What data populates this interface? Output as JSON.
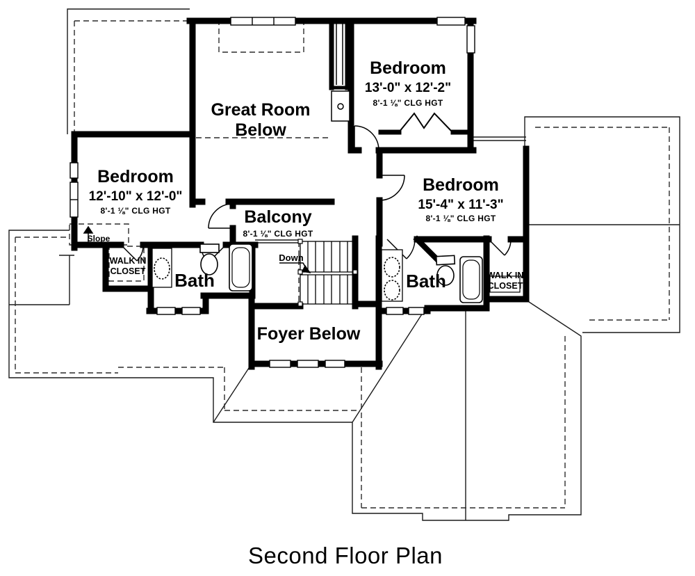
{
  "title": "Second Floor Plan",
  "rooms": {
    "great_room": {
      "name_line1": "Great Room",
      "name_line2": "Below"
    },
    "bedroom_top": {
      "name": "Bedroom",
      "dimensions": "13'-0\" x 12'-2\"",
      "ceiling": "8'-1 ⅛\" CLG HGT"
    },
    "bedroom_left": {
      "name": "Bedroom",
      "dimensions": "12'-10\" x 12'-0\"",
      "ceiling": "8'-1 ⅛\" CLG HGT"
    },
    "bedroom_right": {
      "name": "Bedroom",
      "dimensions": "15'-4\" x 11'-3\"",
      "ceiling": "8'-1 ⅛\" CLG HGT"
    },
    "balcony": {
      "name": "Balcony",
      "ceiling": "8'-1 ⅛\" CLG HGT"
    },
    "bath_left": {
      "name": "Bath"
    },
    "bath_right": {
      "name": "Bath"
    },
    "closet_left": {
      "name_line1": "WALK IN",
      "name_line2": "CLOSET"
    },
    "closet_right": {
      "name_line1": "WALK IN",
      "name_line2": "CLOSET"
    },
    "foyer": {
      "name": "Foyer Below"
    }
  },
  "annotations": {
    "slope": "Slope",
    "stairs_direction": "Down"
  },
  "colors": {
    "ink": "#000000",
    "paper": "#ffffff"
  }
}
